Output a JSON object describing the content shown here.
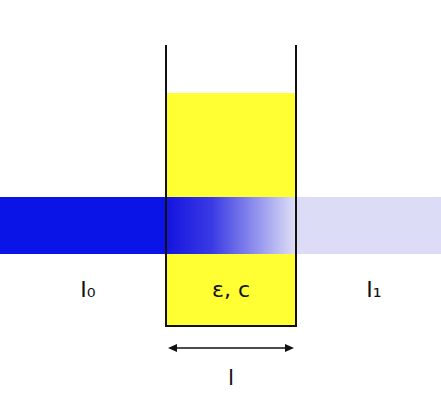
{
  "diagram": {
    "nodes": [
      {
        "text": [
          "ε, c"
        ]
      }
    ],
    "labels": [
      "I₀",
      "I₁",
      "l"
    ]
  }
}
